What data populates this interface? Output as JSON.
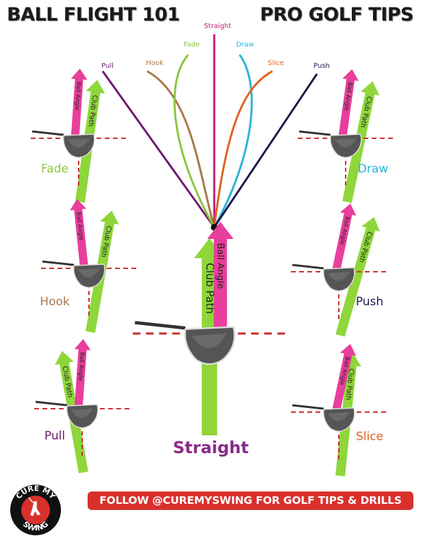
{
  "header": {
    "left_title": "BALL FLIGHT 101",
    "right_title": "PRO GOLF TIPS"
  },
  "trajectories": [
    {
      "label": "Pull",
      "color": "#6e1a6e"
    },
    {
      "label": "Hook",
      "color": "#a8784a"
    },
    {
      "label": "Fade",
      "color": "#8cc63f"
    },
    {
      "label": "Straight",
      "color": "#c2187a"
    },
    {
      "label": "Draw",
      "color": "#2bb3d6"
    },
    {
      "label": "Slice",
      "color": "#e0631f"
    },
    {
      "label": "Push",
      "color": "#1d1a4d"
    }
  ],
  "arrow_labels": {
    "club_path": "Club Path",
    "ball_angle": "Ball Angle"
  },
  "panels": [
    {
      "label": "Fade",
      "color": "#8cc63f"
    },
    {
      "label": "Draw",
      "color": "#2bb3d6"
    },
    {
      "label": "Hook",
      "color": "#a8784a"
    },
    {
      "label": "Push",
      "color": "#1d1a4d"
    },
    {
      "label": "Pull",
      "color": "#6e1a6e"
    },
    {
      "label": "Slice",
      "color": "#e0631f"
    },
    {
      "label": "Straight",
      "color": "#8a2a8a"
    }
  ],
  "colors": {
    "club_path": "#8ed63a",
    "ball_angle": "#e83e9c",
    "dash": "#c9302c",
    "banner": "#d9302c"
  },
  "footer": {
    "banner": "FOLLOW @CUREMYSWING FOR GOLF TIPS & DRILLS",
    "logo_top": "CURE MY",
    "logo_bottom": "SWING"
  }
}
